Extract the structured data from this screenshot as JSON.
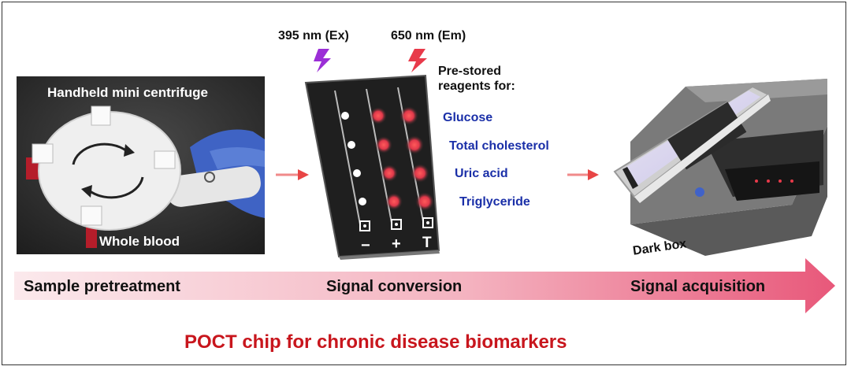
{
  "photo_labels": {
    "centrifuge": "Handheld mini centrifuge",
    "blood": "Whole blood"
  },
  "wavelengths": {
    "excitation": "395 nm (Ex)",
    "emission": "650 nm (Em)"
  },
  "reagents": {
    "heading_line1": "Pre-stored",
    "heading_line2": "reagents for:",
    "items": [
      "Glucose",
      "Total cholesterol",
      "Uric acid",
      "Triglyceride"
    ]
  },
  "chip_channels": [
    "−",
    "+",
    "T"
  ],
  "dark_box_label": "Dark box",
  "stages": [
    "Sample pretreatment",
    "Signal conversion",
    "Signal acquisition"
  ],
  "title": "POCT chip for chronic disease biomarkers",
  "colors": {
    "title": "#c8161d",
    "reagent_text": "#1a2fa8",
    "arrow_start": "#fbe9ec",
    "arrow_end": "#e8587a",
    "excitation_bolt": "#9b2fd6",
    "emission_bolt": "#e83a4a"
  }
}
